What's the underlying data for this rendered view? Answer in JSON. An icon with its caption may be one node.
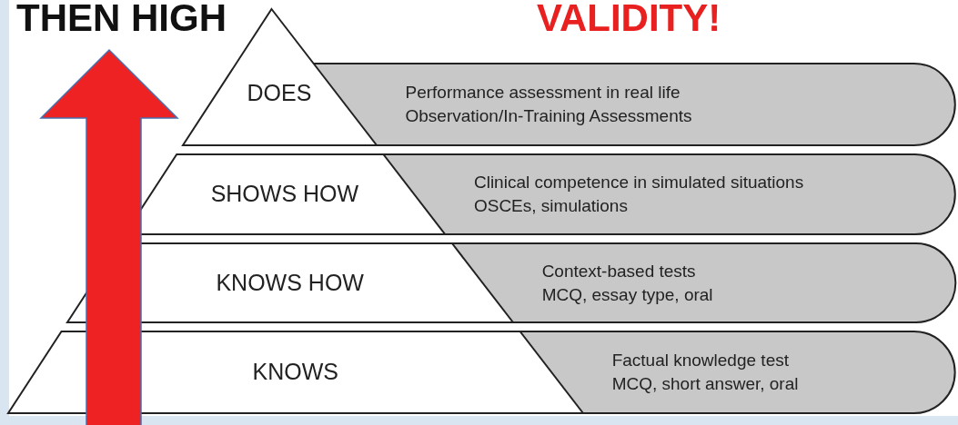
{
  "diagram": {
    "nodes": [
      {
        "text": [
          "DOES"
        ]
      },
      {
        "text": [
          "Performance assessment in real life",
          "Observation/In-Training Assessments"
        ]
      },
      {
        "text": [
          "SHOWS HOW"
        ]
      },
      {
        "text": [
          "Clinical competence in simulated situations",
          "OSCEs, simulations"
        ]
      },
      {
        "text": [
          "KNOWS HOW"
        ]
      },
      {
        "text": [
          "Context-based tests",
          "MCQ, essay type, oral"
        ]
      },
      {
        "text": [
          "KNOWS"
        ]
      },
      {
        "text": [
          "Factual knowledge test",
          "MCQ, short answer, oral"
        ]
      }
    ],
    "labels": [
      "THEN HIGH",
      "VALIDITY!"
    ]
  }
}
